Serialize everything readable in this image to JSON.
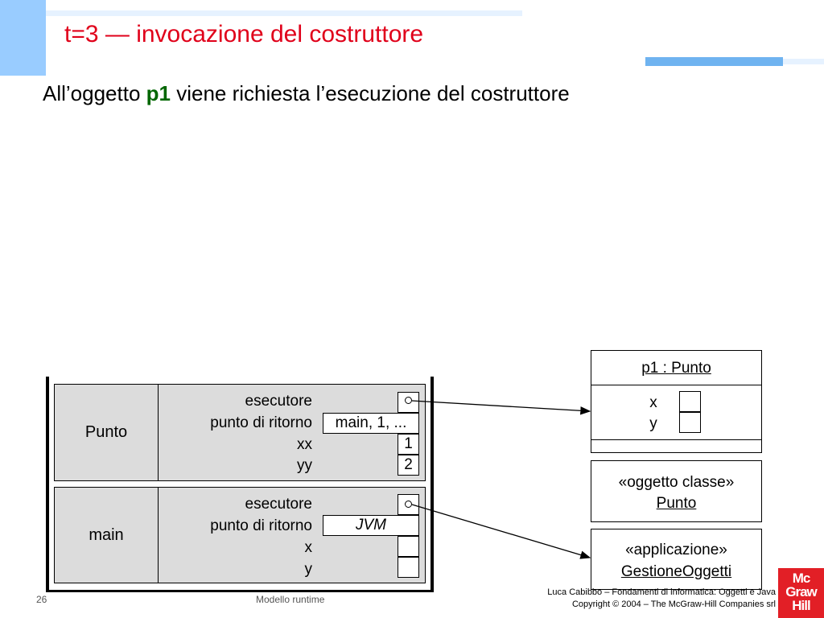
{
  "title": "t=3 — invocazione del costruttore",
  "subtitle": {
    "before": "All’oggetto ",
    "bold": "p1",
    "after": " viene richiesta l’esecuzione del costruttore"
  },
  "frames": {
    "punto": {
      "label": "Punto",
      "vars": [
        "esecutore",
        "punto di ritorno",
        "xx",
        "yy"
      ],
      "values": {
        "ritorno": "main, 1, ...",
        "xx": "1",
        "yy": "2"
      }
    },
    "main": {
      "label": "main",
      "vars": [
        "esecutore",
        "punto di ritorno",
        "x",
        "y"
      ],
      "values": {
        "ritorno": "JVM"
      }
    }
  },
  "objects": {
    "p1": {
      "title": "p1 : Punto",
      "fields": [
        "x",
        "y"
      ]
    },
    "classe": {
      "stereotype": "«oggetto classe»",
      "name": "Punto"
    },
    "app": {
      "stereotype": "«applicazione»",
      "name": "GestioneOggetti"
    }
  },
  "footer": {
    "page": "26",
    "center": "Modello runtime",
    "credit1": "Luca Cabibbo – Fondamenti di informatica: Oggetti e Java",
    "credit2": "Copyright © 2004 – The McGraw-Hill Companies srl"
  },
  "logo": {
    "line1": "Mc",
    "line2": "Graw",
    "line3": "Hill"
  }
}
